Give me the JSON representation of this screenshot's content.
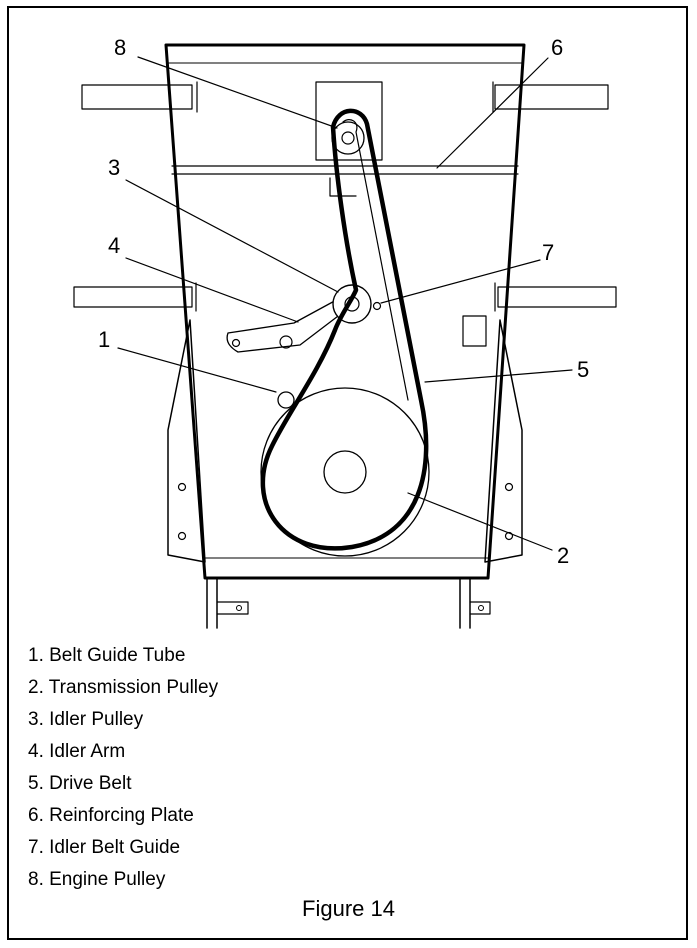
{
  "figure": {
    "caption": "Figure 14",
    "callouts": [
      "1",
      "2",
      "3",
      "4",
      "5",
      "6",
      "7",
      "8"
    ],
    "legend": [
      "1. Belt Guide Tube",
      "2. Transmission Pulley",
      "3. Idler Pulley",
      "4. Idler Arm",
      "5. Drive Belt",
      "6. Reinforcing Plate",
      "7. Idler Belt Guide",
      "8. Engine Pulley"
    ]
  }
}
